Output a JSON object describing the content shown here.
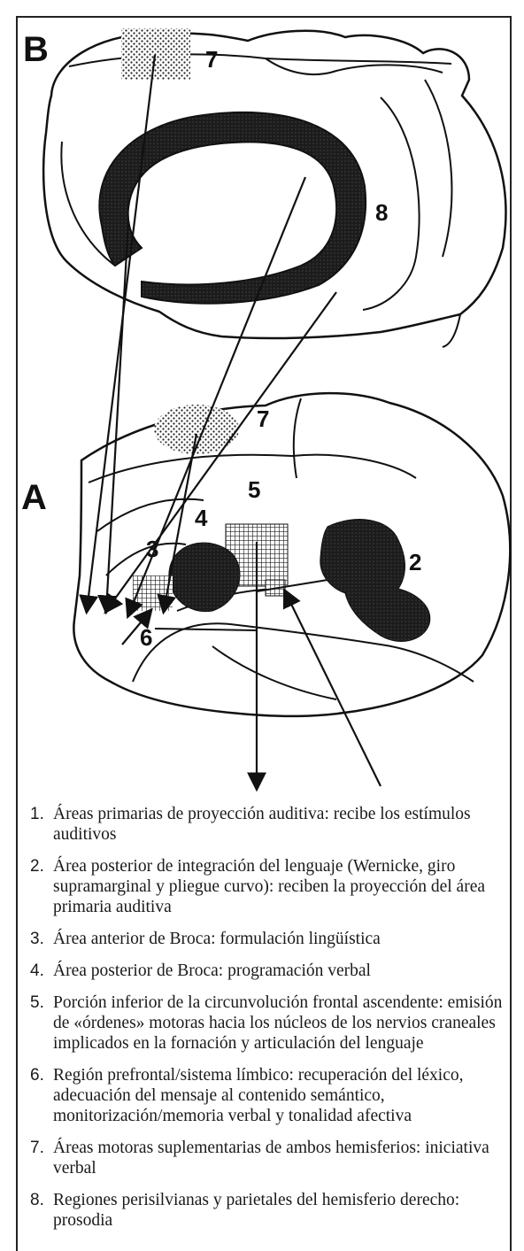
{
  "panels": {
    "b": "B",
    "a": "A"
  },
  "labels": {
    "b7": "7",
    "b8": "8",
    "a7": "7",
    "a5": "5",
    "a4": "4",
    "a3": "3",
    "a2": "2",
    "a6": "6"
  },
  "legend": [
    {
      "num": "1.",
      "text": "Áreas primarias de proyección auditiva: recibe los estímulos auditivos"
    },
    {
      "num": "2.",
      "text": "Área posterior de integración del lenguaje (Wernicke, giro supramarginal y pliegue curvo): reciben la proyección del área primaria auditiva"
    },
    {
      "num": "3.",
      "text": "Área anterior de Broca: formulación lingüística"
    },
    {
      "num": "4.",
      "text": "Área posterior de Broca: programación verbal"
    },
    {
      "num": "5.",
      "text": "Porción inferior de la circunvolución frontal ascendente: emisión de «órdenes» motoras hacia los núcleos de los nervios craneales implicados en la fornación y articulación del lenguaje"
    },
    {
      "num": "6.",
      "text": "Región prefrontal/sistema límbico: recuperación del léxico, adecuación del mensaje al contenido semántico, monitorización/memoria verbal y tonalidad afectiva"
    },
    {
      "num": "7.",
      "text": "Áreas motoras suplementarias de ambos hemisferios: iniciativa verbal"
    },
    {
      "num": "8.",
      "text": "Regiones perisilvianas y parietales del hemisferio derecho: prosodia"
    }
  ]
}
